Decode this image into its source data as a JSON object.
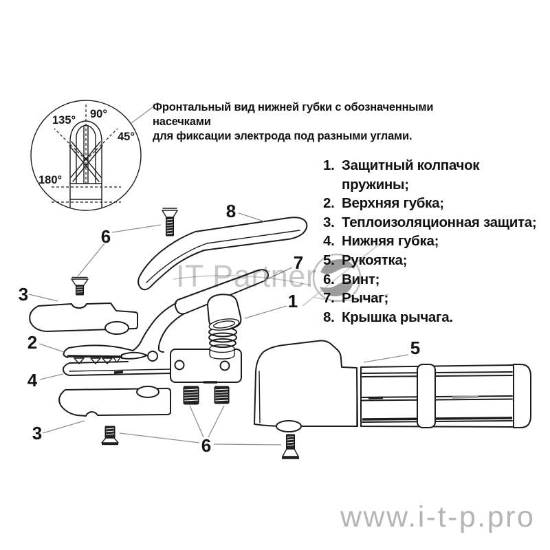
{
  "caption": {
    "line1": "Фронтальный вид нижней губки с обозначенными насечками",
    "line2": "для фиксации электрода под разными углами."
  },
  "detail_view": {
    "angle_top": "90°",
    "angle_top_left": "135°",
    "angle_right": "45°",
    "angle_left": "180°"
  },
  "parts_list": {
    "items": [
      {
        "num": "1.",
        "label": "Защитный колпачок пружины;"
      },
      {
        "num": "2.",
        "label": "Верхняя губка;"
      },
      {
        "num": "3.",
        "label": "Теплоизоляционная защита;"
      },
      {
        "num": "4.",
        "label": "Нижняя губка;"
      },
      {
        "num": "5.",
        "label": "Рукоятка;"
      },
      {
        "num": "6.",
        "label": "Винт;"
      },
      {
        "num": "7.",
        "label": "Рычаг;"
      },
      {
        "num": "8.",
        "label": "Крышка рычага."
      }
    ]
  },
  "callouts": {
    "c1": "1",
    "c2": "2",
    "c3_top": "3",
    "c3_bottom": "3",
    "c4": "4",
    "c5": "5",
    "c6_top": "6",
    "c6_bottom": "6",
    "c7": "7",
    "c8": "8"
  },
  "watermarks": {
    "brand": "IT Partner",
    "site": "www.i-t-p.pro"
  },
  "colors": {
    "ink": "#1b1b1b",
    "leader": "#8f8f8f",
    "brand_watermark": "#c7c7c7",
    "site_watermark": "#b5b5b5",
    "logo_gray": "#9c9c9c"
  }
}
